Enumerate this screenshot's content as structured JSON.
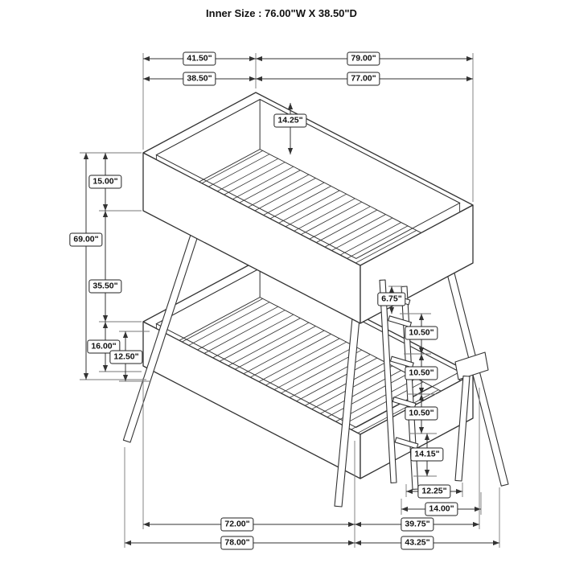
{
  "title": "Inner Size : 76.00\"W X 38.50\"D",
  "labels": {
    "top_outer_depth": "41.50\"",
    "top_outer_length": "79.00\"",
    "top_inner_depth": "38.50\"",
    "top_inner_length": "77.00\"",
    "top_rail_to_slat": "14.25\"",
    "top_rail_height": "15.00\"",
    "overall_height": "69.00\"",
    "bunk_gap": "35.50\"",
    "bottom_rail_height": "16.00\"",
    "bottom_inner_rail": "12.50\"",
    "ladder_top_gap": "6.75\"",
    "ladder_rung_1": "10.50\"",
    "ladder_rung_2": "10.50\"",
    "ladder_rung_3": "10.50\"",
    "ladder_bottom": "14.15\"",
    "ladder_width_inner": "12.25\"",
    "ladder_width_outer": "14.00\"",
    "bottom_inner_length": "72.00\"",
    "bottom_outer_length": "78.00\"",
    "bottom_depth_inner": "39.75\"",
    "bottom_depth_outer": "43.25\""
  }
}
